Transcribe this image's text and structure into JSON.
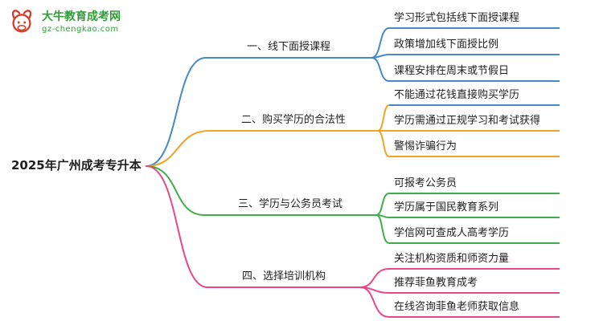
{
  "logo": {
    "title": "大牛教育成考网",
    "url": "gz-chengkao.com"
  },
  "root": {
    "label": "2025年广州成考专升本"
  },
  "colors": {
    "blue": "#4788c7",
    "orange": "#f0a325",
    "green": "#3fae49",
    "pink": "#e8478a",
    "logo_green": "#2e9e36",
    "bull_red": "#d23c2a",
    "text": "#1f1f1f"
  },
  "branches": [
    {
      "label": "一、线下面授课程",
      "color": "blue",
      "children": [
        {
          "text": "学习形式包括线下面授课程",
          "color": "blue"
        },
        {
          "text": "政策增加线下面授比例",
          "color": "blue"
        },
        {
          "text": "课程安排在周末或节假日",
          "color": "blue"
        }
      ]
    },
    {
      "label": "二、购买学历的合法性",
      "color": "orange",
      "children": [
        {
          "text": "不能通过花钱直接购买学历",
          "color": "blue"
        },
        {
          "text": "学历需通过正规学习和考试获得",
          "color": "orange"
        },
        {
          "text": "警惕诈骗行为",
          "color": "orange"
        }
      ]
    },
    {
      "label": "三、学历与公务员考试",
      "color": "green",
      "children": [
        {
          "text": "可报考公务员",
          "color": "green"
        },
        {
          "text": "学历属于国民教育系列",
          "color": "green"
        },
        {
          "text": "学信网可查成人高考学历",
          "color": "green"
        }
      ]
    },
    {
      "label": "四、选择培训机构",
      "color": "pink",
      "children": [
        {
          "text": "关注机构资质和师资力量",
          "color": "pink"
        },
        {
          "text": "推荐菲鱼教育成考",
          "color": "pink"
        },
        {
          "text": "在线咨询菲鱼老师获取信息",
          "color": "pink"
        }
      ]
    }
  ]
}
